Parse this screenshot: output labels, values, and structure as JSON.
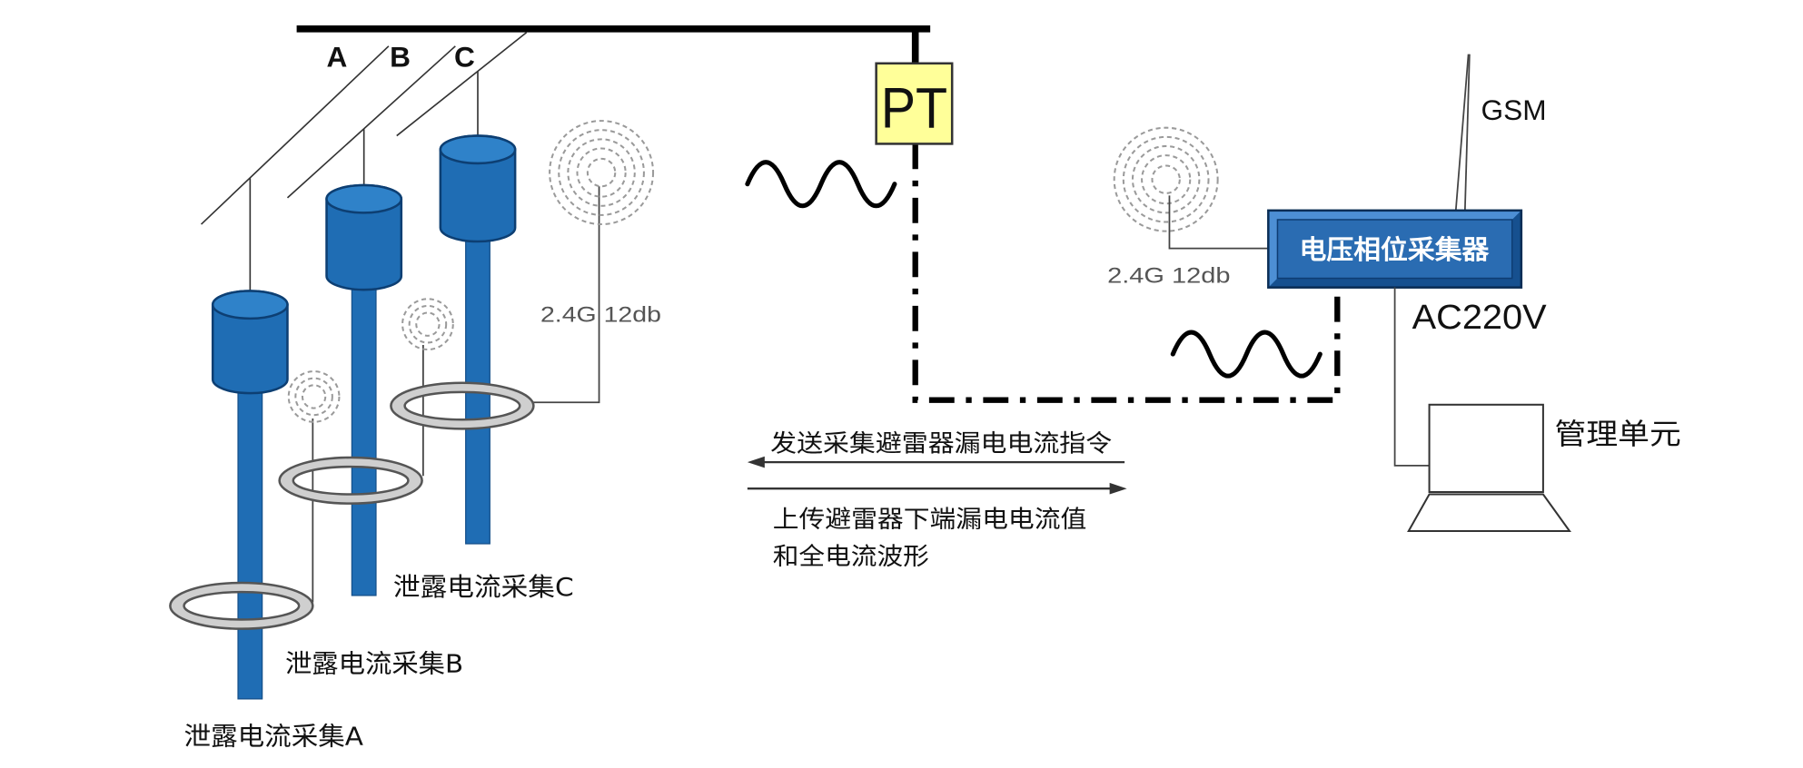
{
  "busbar": {
    "phase_labels": {
      "a": "A",
      "b": "B",
      "c": "C"
    }
  },
  "pt": {
    "label": "PT"
  },
  "leakage_collectors": {
    "a": {
      "label": "泄露电流采集A"
    },
    "b": {
      "label": "泄露电流采集B"
    },
    "c": {
      "label": "泄露电流采集C"
    },
    "antenna_label": "2.4G 12db"
  },
  "voltage_phase_collector": {
    "label": "电压相位采集器",
    "antenna_label": "2.4G 12db",
    "gsm_label": "GSM",
    "power_label": "AC220V"
  },
  "management_unit": {
    "label": "管理单元"
  },
  "messages": {
    "downlink": "发送采集避雷器漏电电流指令",
    "uplink_line1": "上传避雷器下端漏电电流值",
    "uplink_line2": "和全电流波形"
  },
  "icons": [
    "wireless-signal-icon",
    "gsm-antenna-icon",
    "laptop-icon",
    "sine-wave-icon",
    "arrow-left-icon",
    "arrow-right-icon"
  ],
  "colors": {
    "arrester_body": "#1f6db4",
    "arrester_top": "#2f82c9",
    "ct_ring": "#cfcfcf",
    "pt_box": "#ffff99",
    "collector_frame": "#16508f",
    "collector_face": "#2a6cb2"
  }
}
